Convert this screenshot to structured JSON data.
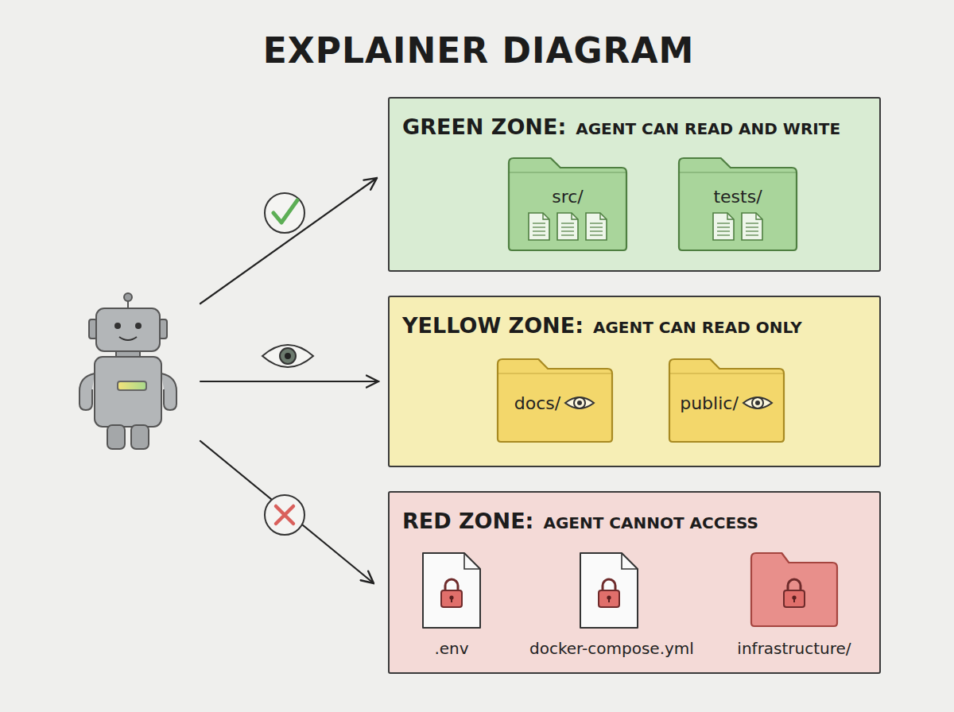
{
  "diagram": {
    "title": "EXPLAINER DIAGRAM",
    "nodes": [
      {
        "text": [
          "GREEN ZONE:",
          "AGENT CAN READ AND WRITE"
        ]
      },
      {
        "text": [
          "src/"
        ],
        "in": 0
      },
      {
        "text": [
          "tests/"
        ],
        "in": 0
      },
      {
        "text": [
          "YELLOW ZONE:",
          "AGENT CAN READ ONLY"
        ]
      },
      {
        "text": [
          "docs/"
        ],
        "in": 3
      },
      {
        "text": [
          "public/"
        ],
        "in": 3
      },
      {
        "text": [
          "RED ZONE:",
          "AGENT CANNOT ACCESS"
        ]
      },
      {
        "text": [
          ".env"
        ],
        "in": 6
      },
      {
        "text": [
          "docker-compose.yml"
        ],
        "in": 6
      },
      {
        "text": [
          "infrastructure/"
        ],
        "in": 6
      }
    ]
  }
}
